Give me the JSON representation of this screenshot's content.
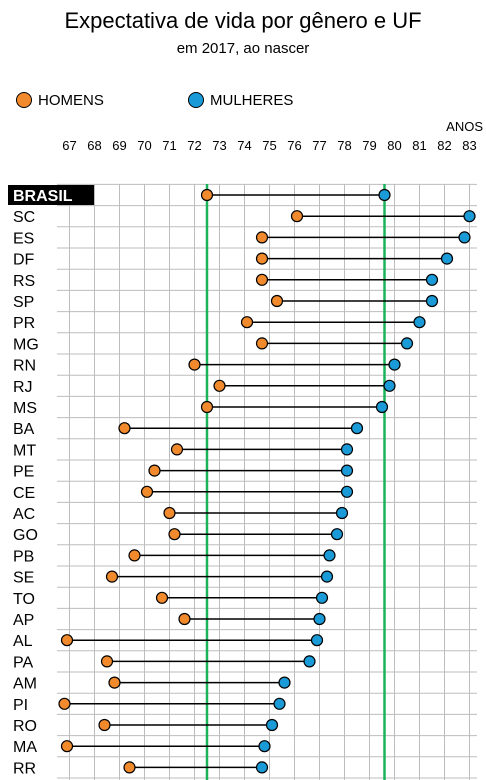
{
  "chart_data": {
    "type": "dumbbell",
    "title": "Expectativa de vida por gênero e UF",
    "subtitle": "em 2017, ao nascer",
    "axis_unit": "ANOS",
    "xlim": [
      66.5,
      83.3
    ],
    "xticks": [
      67,
      68,
      69,
      70,
      71,
      72,
      73,
      74,
      75,
      76,
      77,
      78,
      79,
      80,
      81,
      82,
      83
    ],
    "series": [
      {
        "name": "HOMENS",
        "color": "#f08a2c"
      },
      {
        "name": "MULHERES",
        "color": "#1a9ad6"
      }
    ],
    "reference_line_color": "#1ab35a",
    "reference_lines": [
      72.5,
      79.6
    ],
    "states": [
      "BRASIL",
      "SC",
      "ES",
      "DF",
      "RS",
      "SP",
      "PR",
      "MG",
      "RN",
      "RJ",
      "MS",
      "BA",
      "MT",
      "PE",
      "CE",
      "AC",
      "GO",
      "PB",
      "SE",
      "TO",
      "AP",
      "AL",
      "PA",
      "AM",
      "PI",
      "RO",
      "MA",
      "RR"
    ],
    "men": [
      72.5,
      76.1,
      74.7,
      74.7,
      74.7,
      75.3,
      74.1,
      74.7,
      72.0,
      73.0,
      72.5,
      69.2,
      71.3,
      70.4,
      70.1,
      71.0,
      71.2,
      69.6,
      68.7,
      70.7,
      71.6,
      66.9,
      68.5,
      68.8,
      66.8,
      68.4,
      66.9,
      69.4
    ],
    "women": [
      79.6,
      83.0,
      82.8,
      82.1,
      81.5,
      81.5,
      81.0,
      80.5,
      80.0,
      79.8,
      79.5,
      78.5,
      78.1,
      78.1,
      78.1,
      77.9,
      77.7,
      77.4,
      77.3,
      77.1,
      77.0,
      76.9,
      76.6,
      75.6,
      75.4,
      75.1,
      74.8,
      74.7
    ]
  }
}
